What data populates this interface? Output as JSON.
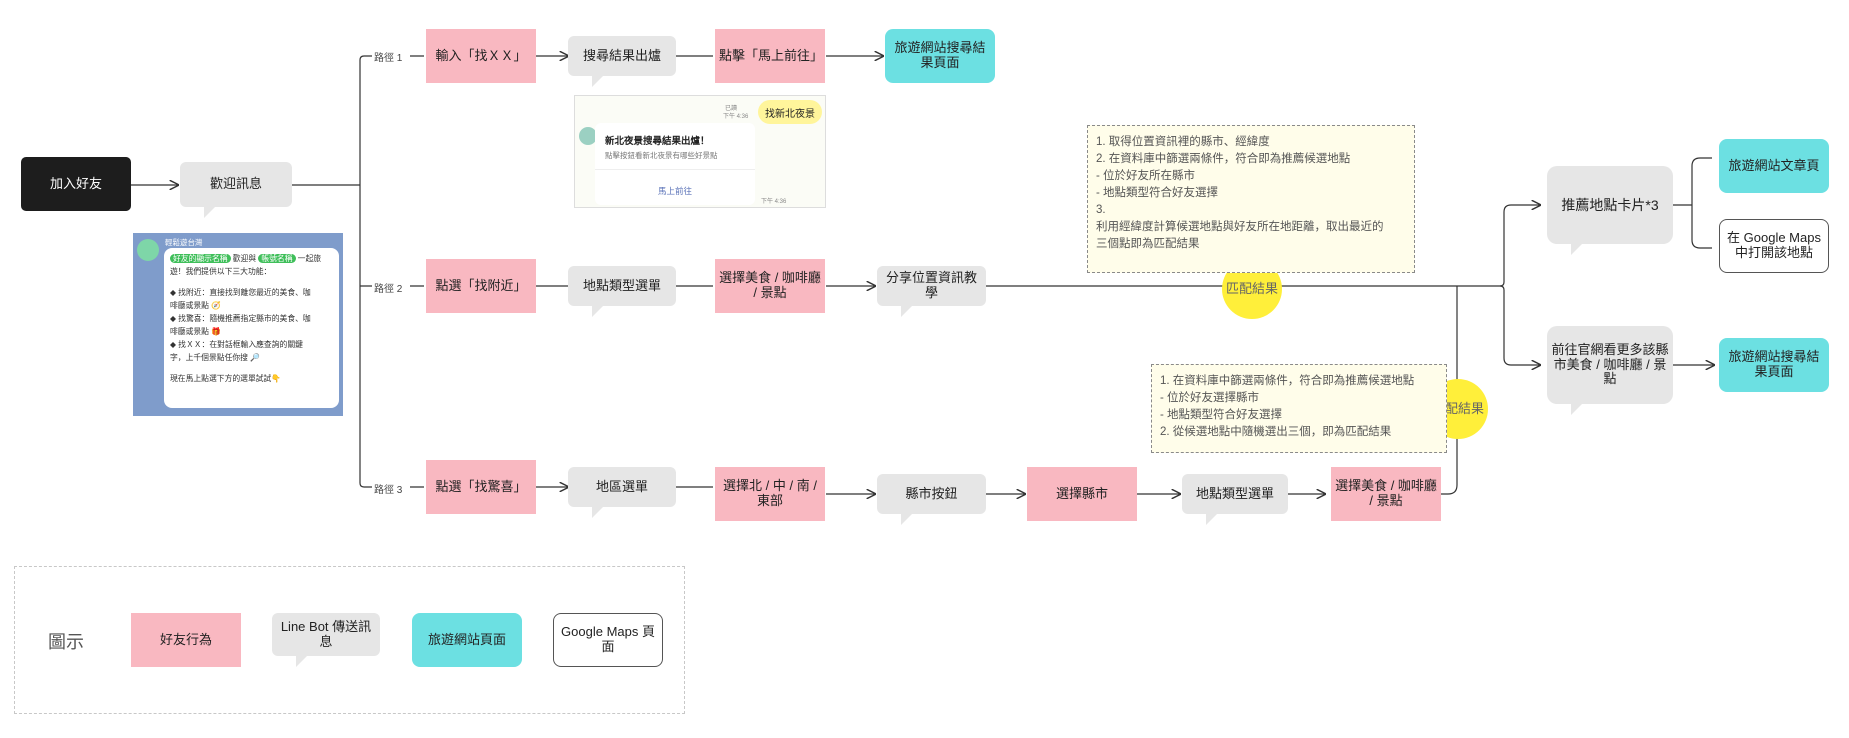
{
  "start": "加入好友",
  "welcome": "歡迎訊息",
  "paths": [
    "路徑 1",
    "路徑 2",
    "路徑 3"
  ],
  "path1": {
    "step1": "輸入「找ＸＸ」",
    "step2": "搜尋結果出爐",
    "step3": "點擊「馬上前往」",
    "step4": "旅遊網站搜尋結果頁面"
  },
  "path2": {
    "step1": "點選「找附近」",
    "step2": "地點類型選單",
    "step3": "選擇美食 / 咖啡廳 / 景點",
    "step4": "分享位置資訊教學",
    "match": "匹配結果"
  },
  "path3": {
    "step1": "點選「找驚喜」",
    "step2": "地區選單",
    "step3": "選擇北 / 中 / 南 / 東部",
    "step4": "縣市按鈕",
    "step5": "選擇縣市",
    "step6": "地點類型選單",
    "step7": "選擇美食 / 咖啡廳 / 景點",
    "match": "匹配結果"
  },
  "results": {
    "card": "推薦地點卡片*3",
    "article": "旅遊網站文章頁",
    "gmaps": "在 Google Maps 中打開該地點",
    "more": "前往官網看更多該縣市美食 / 咖啡廳 / 景點",
    "search": "旅遊網站搜尋結果頁面"
  },
  "note1": [
    "1. 取得位置資訊裡的縣市、經緯度",
    "2. 在資料庫中篩選兩條件，符合即為推薦候選地點",
    "- 位於好友所在縣市",
    "- 地點類型符合好友選擇",
    "3.",
    "利用經緯度計算候選地點與好友所在地距離，取出最近的",
    "三個點即為匹配結果"
  ],
  "note2": [
    "1. 在資料庫中篩選兩條件，符合即為推薦候選地點",
    "- 位於好友選擇縣市",
    "- 地點類型符合好友選擇",
    "2. 從候選地點中隨機選出三個，即為匹配結果"
  ],
  "search_card": {
    "chip": "找新北夜景",
    "read": "已讀",
    "time1": "下午 4:36",
    "title": "新北夜景搜尋結果出爐！",
    "desc": "點擊按鈕看新北夜景有哪些好景點",
    "button": "馬上前往",
    "time2": "下午 4:36"
  },
  "welcome_card": {
    "sender": "輕鬆遊台灣",
    "tag1": "好友的顯示名稱",
    "mid": "歡迎與",
    "tag2": "帳號名稱",
    "tail": "一起旅",
    "line1": "遊！我們提供以下三大功能：",
    "f1a": "◆ 找附近：直接找到離您最近的美食、咖",
    "f1b": "啡廳或景點 🧭",
    "f2a": "◆ 找驚喜：隨機推薦指定縣市的美食、咖",
    "f2b": "啡廳或景點 🎁",
    "f3a": "◆ 找ＸＸ：在對話框輸入應查詢的關鍵",
    "f3b": "字，上千個景點任你搜 🔎",
    "cta": "現在馬上點選下方的選單試試👇"
  },
  "legend": {
    "title": "圖示",
    "friend": "好友行為",
    "bot": "Line Bot 傳送訊息",
    "site": "旅遊網站頁面",
    "gmaps": "Google Maps 頁面"
  },
  "colors": {
    "friend": "#f9b8c1",
    "bot": "#e6e6e6",
    "site": "#6ce0e2",
    "match": "#ffef3a",
    "start": "#1d1d1d"
  }
}
